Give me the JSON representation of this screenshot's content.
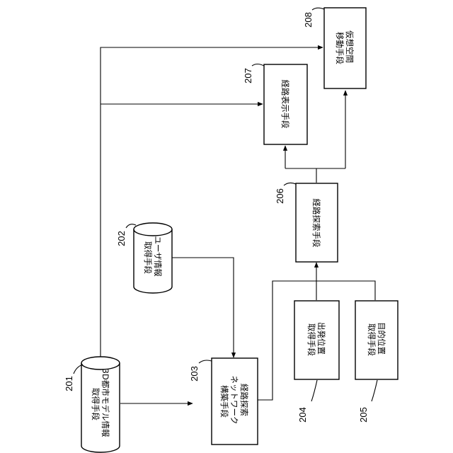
{
  "nodes": {
    "n201": {
      "num": "201",
      "label": [
        "3D都市モデル情報",
        "取得手段"
      ]
    },
    "n202": {
      "num": "202",
      "label": [
        "ユーザ情報",
        "取得手段"
      ]
    },
    "n203": {
      "num": "203",
      "label": [
        "経路探索",
        "ネットワーク",
        "構築手段"
      ]
    },
    "n204": {
      "num": "204",
      "label": [
        "出発位置",
        "取得手段"
      ]
    },
    "n205": {
      "num": "205",
      "label": [
        "目的位置",
        "取得手段"
      ]
    },
    "n206": {
      "num": "206",
      "label": [
        "経路探索手段"
      ]
    },
    "n207": {
      "num": "207",
      "label": [
        "経路表示手段"
      ]
    },
    "n208": {
      "num": "208",
      "label": [
        "仮想空間",
        "移動手段"
      ]
    }
  }
}
